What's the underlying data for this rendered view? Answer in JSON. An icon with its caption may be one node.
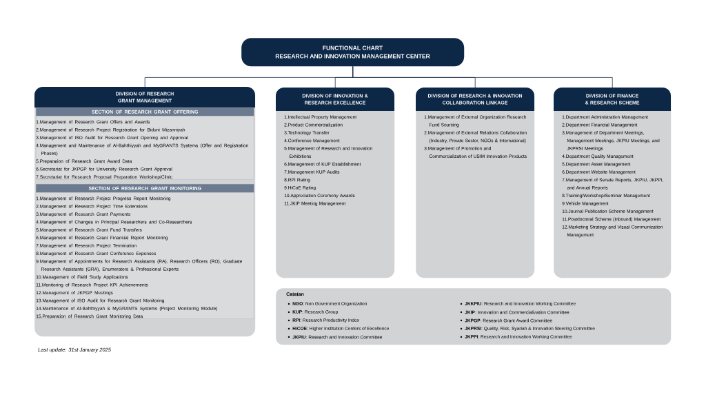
{
  "diagram": {
    "nodes": [
      {
        "text": [
          "FUNCTIONAL CHART",
          "RESEARCH AND INNOVATION MANAGEMENT CENTER"
        ]
      },
      {
        "text": [
          "DIVISION OF RESEARCH GRANT MANAGEMENT"
        ]
      },
      {
        "text": [
          "SECTION OF RESEARCH GRANT OFFERING",
          "1.Management of Research Grant Offers and Awards",
          "2.Management of Research Project Registration for Biduni Mizanniyah",
          "3.Management of ISO Audit for Research Grant Opening and Approval",
          "4.Management and Maintenance of Al-Bahthiyyah and MyGRANTS Systems (Offer and Registration Phases)",
          "5.Preparation of Research Grant Award Data",
          "6.Secretariat for JKPGP for University Research Grant Approval",
          "7.Secretariat for Research Proposal Preparation Workshop/Clinic"
        ],
        "in": 1
      },
      {
        "text": [
          "SECTION OF RESEARCH GRANT MONITORING",
          "1.Management of Research Project Progress Report Monitoring",
          "2.Management of Research Project Time Extensions",
          "3.Management of Research Grant Payments",
          "4.Management of Changes in Principal Researchers and Co-Researchers",
          "5.Management of Research Grant Fund Transfers",
          "6.Management of Research Grant Financial Report Monitoring",
          "7.Management of Research Project Termination",
          "8.Management of Research Grant Conference Expenses",
          "9.Management of Appointments for Research Assistants (RA), Research Officers (RO), Graduate Research Assistants (GRA), Enumerators & Professional Experts",
          "10.Management of Field Study Applications",
          "11.Monitoring of Research Project KPI Achievements",
          "12.Management of JKPGP Meetings",
          "13.Management of ISO Audit for Research Grant Monitoring",
          "14.Maintenance of Al-Bahthiyyah & MyGRANTS Systems (Project Monitoring Module)",
          "15.Preparation of Research Grant Monitoring Data"
        ],
        "in": 1
      },
      {
        "text": [
          "DIVISION OF INNOVATION & RESEARCH EXCELLENCE",
          "1.Intellectual Property Management",
          "2.Product Commercialization",
          "3.Technology Transfer",
          "4.Conference Management",
          "5.Management of Research and Innovation Exhibitions",
          "6.Management of KUP Establishment",
          "7.Management KUP Audits",
          "8.RPI Rating",
          "9.HiCoE Rating",
          "10.Appreciation Ceremony Awards",
          "11.JKIP Meeting Management"
        ]
      },
      {
        "text": [
          "DIVISION OF RESEARCH & INNOVATION COLLABORATION LINKAGE",
          "1.Management of External Organization Research Fund Sourcing",
          "2.Management of External Relations Collaboration (Industry, Private Sector, NGOs & International)",
          "3.Management of Promotion and Commercialization of USIM Innovation Products"
        ]
      },
      {
        "text": [
          "DIVISION OF FINANCE & RESEARCH SCHEME",
          "1.Department Administration Management",
          "2.Department Financial Management",
          "3.Management of Department Meetings, Management Meetings, JKPIU Meetings, and JKPRSI Meetings",
          "4.Department Quality Management",
          "5.Department Asset Management",
          "6.Department Website Management",
          "7.Management of Senate Reports, JKPIU, JKPPI, and Annual Reports",
          "8.Training/Workshop/Seminar Management",
          "9.Vehicle Management",
          "10.Journal Publication Scheme Management",
          "11.Postdoctoral Scheme (Inbound) Management",
          "12.Marketing Strategy and Visual Communication Management"
        ]
      },
      {
        "text": [
          "Catatan",
          "**NGO**: Non Government Organization",
          "**KUP**: Research Group",
          "**RPI**: Research Productivity Index",
          "**HiCOE**: Higher Institution Centers of Excellence",
          "**JKPIU**: Research and Innovation Committee",
          "**JKKPIU**: Research and Innovation Working Committee",
          "**JKIP**: Innovation and Commercialization Committee",
          "**JKPGP**: Research Grant Award Committee",
          "**JKPRSI**: Quality, Risk, Syariah & Innovation Steering Committee",
          "**JKPPI**: Research and Innovation Working Committee"
        ]
      }
    ],
    "edges": [
      {
        "from": 0,
        "to": 1,
        "arrow": "none"
      },
      {
        "from": 0,
        "to": 4,
        "arrow": "none"
      },
      {
        "from": 0,
        "to": 5,
        "arrow": "none"
      },
      {
        "from": 0,
        "to": 6,
        "arrow": "none"
      }
    ],
    "labels": [
      "Last update: 31st January 2025"
    ]
  }
}
